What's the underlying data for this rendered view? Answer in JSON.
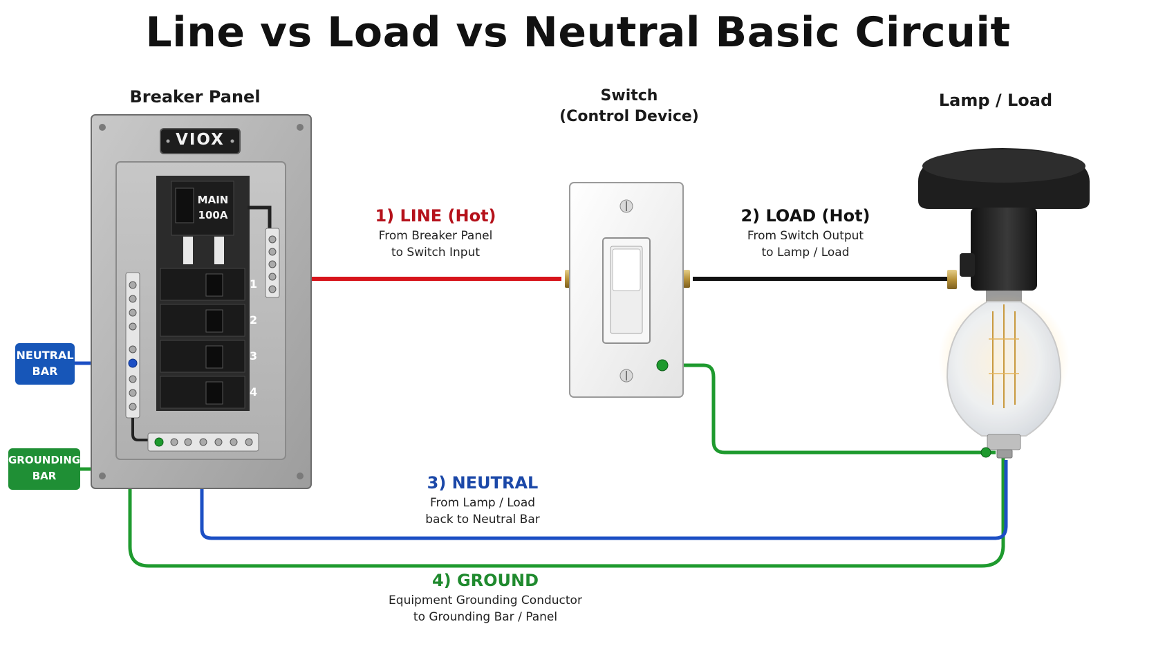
{
  "title": "Line vs Load vs Neutral Basic Circuit",
  "components": {
    "breaker_panel": {
      "heading": "Breaker Panel",
      "brand": "VIOX",
      "main_breaker": {
        "line1": "MAIN",
        "line2": "100A"
      },
      "breaker_numbers": [
        "1",
        "2",
        "3",
        "4"
      ]
    },
    "switch": {
      "heading_line1": "Switch",
      "heading_line2": "(Control Device)"
    },
    "lamp": {
      "heading": "Lamp / Load"
    }
  },
  "bars": {
    "neutral": {
      "line1": "NEUTRAL",
      "line2": "BAR"
    },
    "grounding": {
      "line1": "GROUNDING",
      "line2": "BAR"
    }
  },
  "wires": {
    "line": {
      "label": "1) LINE (Hot)",
      "desc1": "From Breaker Panel",
      "desc2": "to Switch Input"
    },
    "load": {
      "label": "2) LOAD (Hot)",
      "desc1": "From Switch Output",
      "desc2": "to Lamp / Load"
    },
    "neutral": {
      "label": "3) NEUTRAL",
      "desc1": "From Lamp / Load",
      "desc2": "back to Neutral Bar"
    },
    "ground": {
      "label": "4) GROUND",
      "desc1": "Equipment Grounding Conductor",
      "desc2": "to Grounding Bar / Panel"
    }
  },
  "colors": {
    "line": "#d7141b",
    "load": "#111111",
    "neutral": "#1c4fc4",
    "ground": "#1e9a2e",
    "neutral_tag": "#1756b8",
    "ground_tag": "#1f8f35",
    "line_label": "#b5121b",
    "neutral_label": "#1b48a8",
    "ground_label": "#1f8a2e"
  },
  "icons": [
    "breaker-panel-icon",
    "toggle-switch-icon",
    "light-bulb-icon",
    "lamp-socket-icon"
  ]
}
